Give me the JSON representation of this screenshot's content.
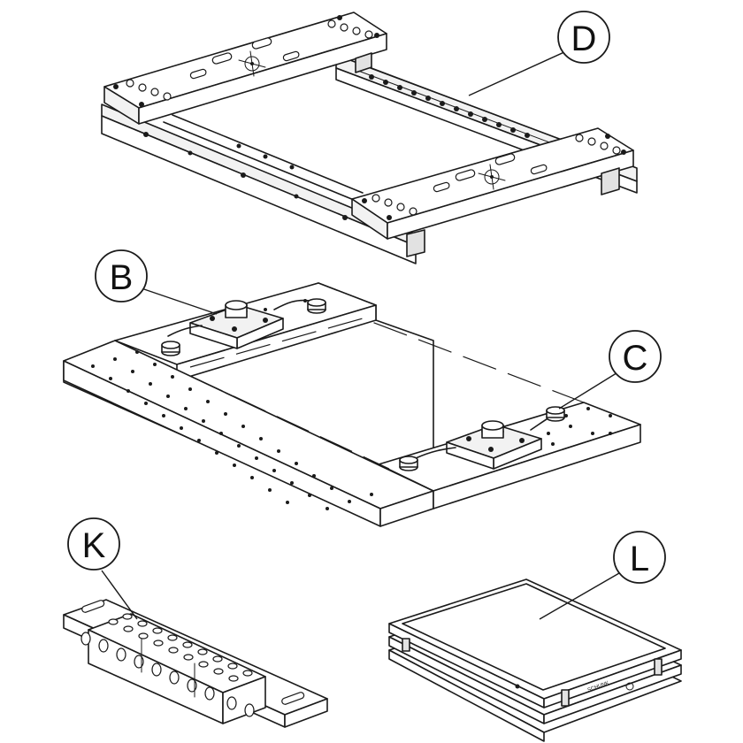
{
  "callouts": [
    {
      "id": "D",
      "label": "D"
    },
    {
      "id": "B",
      "label": "B"
    },
    {
      "id": "C",
      "label": "C"
    },
    {
      "id": "K",
      "label": "K"
    },
    {
      "id": "L",
      "label": "L"
    }
  ],
  "parts": {
    "D": "frame-assembly",
    "B": "clamp-module-left",
    "C": "clamp-module-right",
    "K": "hole-rail",
    "L": "stacked-trays"
  }
}
